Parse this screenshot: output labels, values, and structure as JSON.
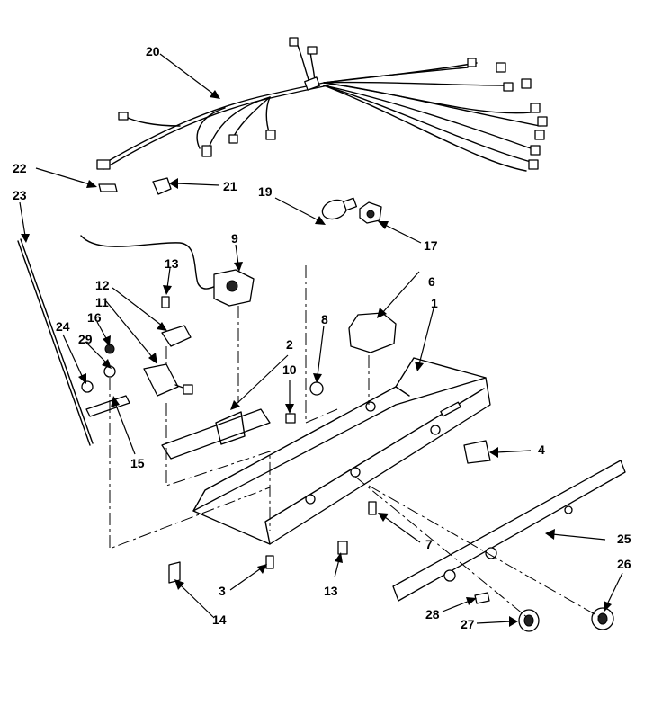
{
  "diagram": {
    "callouts": [
      "1",
      "2",
      "3",
      "4",
      "6",
      "7",
      "8",
      "9",
      "10",
      "11",
      "12",
      "13",
      "13",
      "14",
      "15",
      "16",
      "17",
      "19",
      "20",
      "21",
      "22",
      "23",
      "24",
      "25",
      "26",
      "27",
      "28",
      "29"
    ]
  }
}
